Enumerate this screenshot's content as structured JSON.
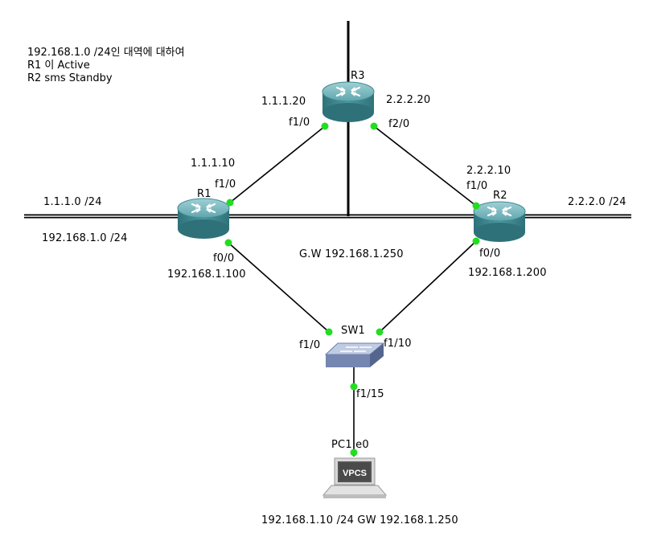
{
  "note": {
    "line1": "192.168.1.0 /24인 대역에 대하여",
    "line2": "R1 이 Active",
    "line3": "R2 sms Standby"
  },
  "devices": {
    "r1": {
      "name": "R1"
    },
    "r2": {
      "name": "R2"
    },
    "r3": {
      "name": "R3"
    },
    "sw1": {
      "name": "SW1"
    },
    "pc1": {
      "name": "PC1 e0",
      "screen_text": "VPCS"
    }
  },
  "interfaces": {
    "r3_f1_0": "f1/0",
    "r3_f2_0": "f2/0",
    "r1_f1_0": "f1/0",
    "r1_f0_0": "f0/0",
    "r2_f1_0": "f1/0",
    "r2_f0_0": "f0/0",
    "sw1_f1_0": "f1/0",
    "sw1_f1_10": "f1/10",
    "sw1_f1_15": "f1/15"
  },
  "addresses": {
    "r3_left": "1.1.1.20",
    "r3_right": "2.2.2.20",
    "r1_f1": "1.1.1.10",
    "r2_f1": "2.2.2.10",
    "r1_f0": "192.168.1.100",
    "r2_f0": "192.168.1.200",
    "net_left": "1.1.1.0 /24",
    "net_right": "2.2.2.0 /24",
    "net_lan": "192.168.1.0 /24",
    "gateway": "G.W 192.168.1.250",
    "pc": "192.168.1.10 /24 GW 192.168.1.250"
  },
  "colors": {
    "link": "#000000",
    "port": "#22dd22",
    "router_top": "#6fb2b9",
    "router_body": "#3e8a92",
    "switch_top": "#a9b8d6",
    "switch_body": "#6d7fa8"
  }
}
